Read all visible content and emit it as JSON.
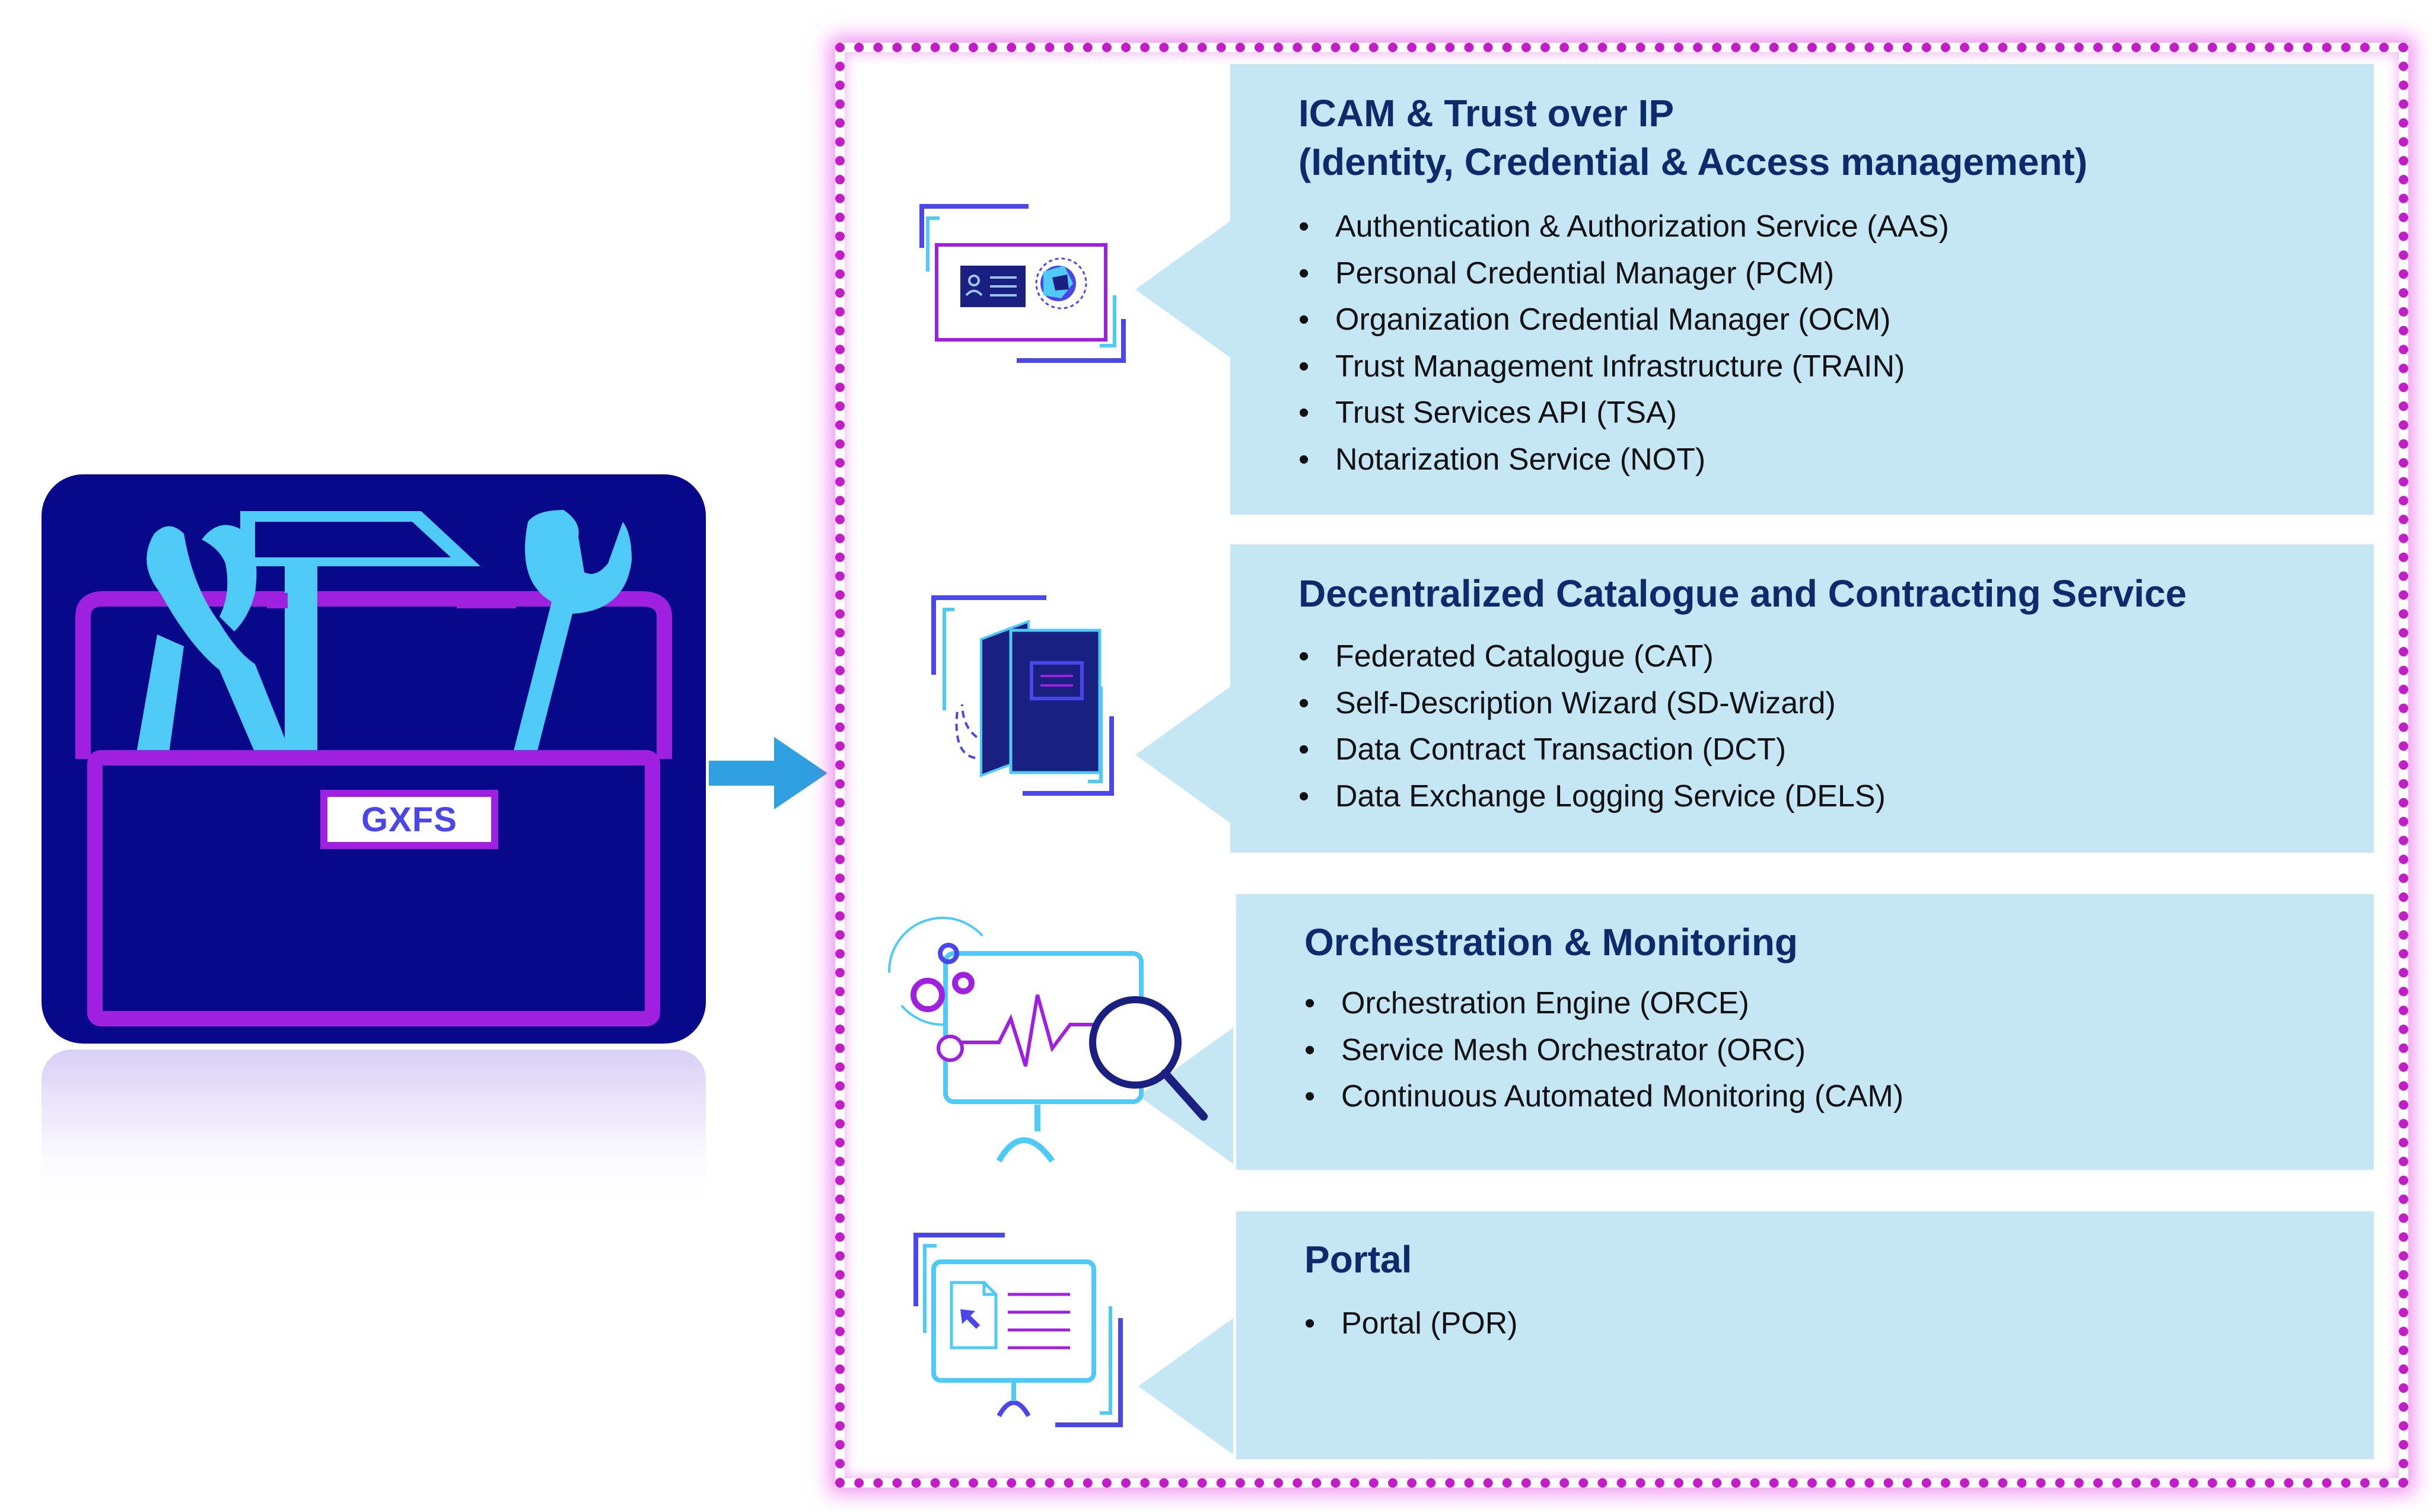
{
  "toolbox": {
    "label": "GXFS"
  },
  "sections": [
    {
      "title_line1": "ICAM & Trust over IP",
      "title_line2": "(Identity, Credential & Access management)",
      "items": [
        "Authentication & Authorization Service (AAS)",
        "Personal Credential Manager (PCM)",
        "Organization Credential Manager (OCM)",
        "Trust Management Infrastructure (TRAIN)",
        "Trust Services API (TSA)",
        "Notarization Service (NOT)"
      ],
      "icon": "id-card-icon"
    },
    {
      "title_line1": "Decentralized Catalogue and Contracting Service",
      "items": [
        "Federated Catalogue (CAT)",
        "Self-Description Wizard (SD-Wizard)",
        "Data Contract Transaction (DCT)",
        "Data Exchange Logging Service (DELS)"
      ],
      "icon": "catalogue-book-icon"
    },
    {
      "title_line1": "Orchestration & Monitoring",
      "items": [
        "Orchestration Engine (ORCE)",
        "Service Mesh Orchestrator (ORC)",
        "Continuous Automated Monitoring (CAM)"
      ],
      "icon": "monitor-gears-magnifier-icon"
    },
    {
      "title_line1": "Portal",
      "items": [
        "Portal (POR)"
      ],
      "icon": "portal-screen-icon"
    }
  ],
  "colors": {
    "toolbox_bg": "#08088a",
    "tool_cyan": "#4fc9f5",
    "toolbox_purple": "#a020e0",
    "panel_bg": "#c5e6f5",
    "title_text": "#0d2a6b",
    "frame_magenta": "#c21ec8"
  }
}
